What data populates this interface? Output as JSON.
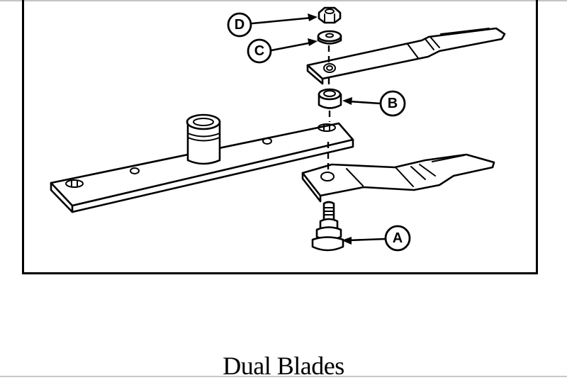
{
  "figure": {
    "caption": "Dual Blades",
    "callouts": [
      {
        "label": "A",
        "part": "blade bolt"
      },
      {
        "label": "B",
        "part": "spacer"
      },
      {
        "label": "C",
        "part": "washer"
      },
      {
        "label": "D",
        "part": "nut"
      }
    ],
    "parts": [
      "blade-bar",
      "spindle-hub",
      "upper-blade",
      "lower-blade",
      "spacer",
      "washer",
      "hex-nut",
      "blade-bolt"
    ],
    "line_color": "#000000",
    "background": "#ffffff"
  }
}
